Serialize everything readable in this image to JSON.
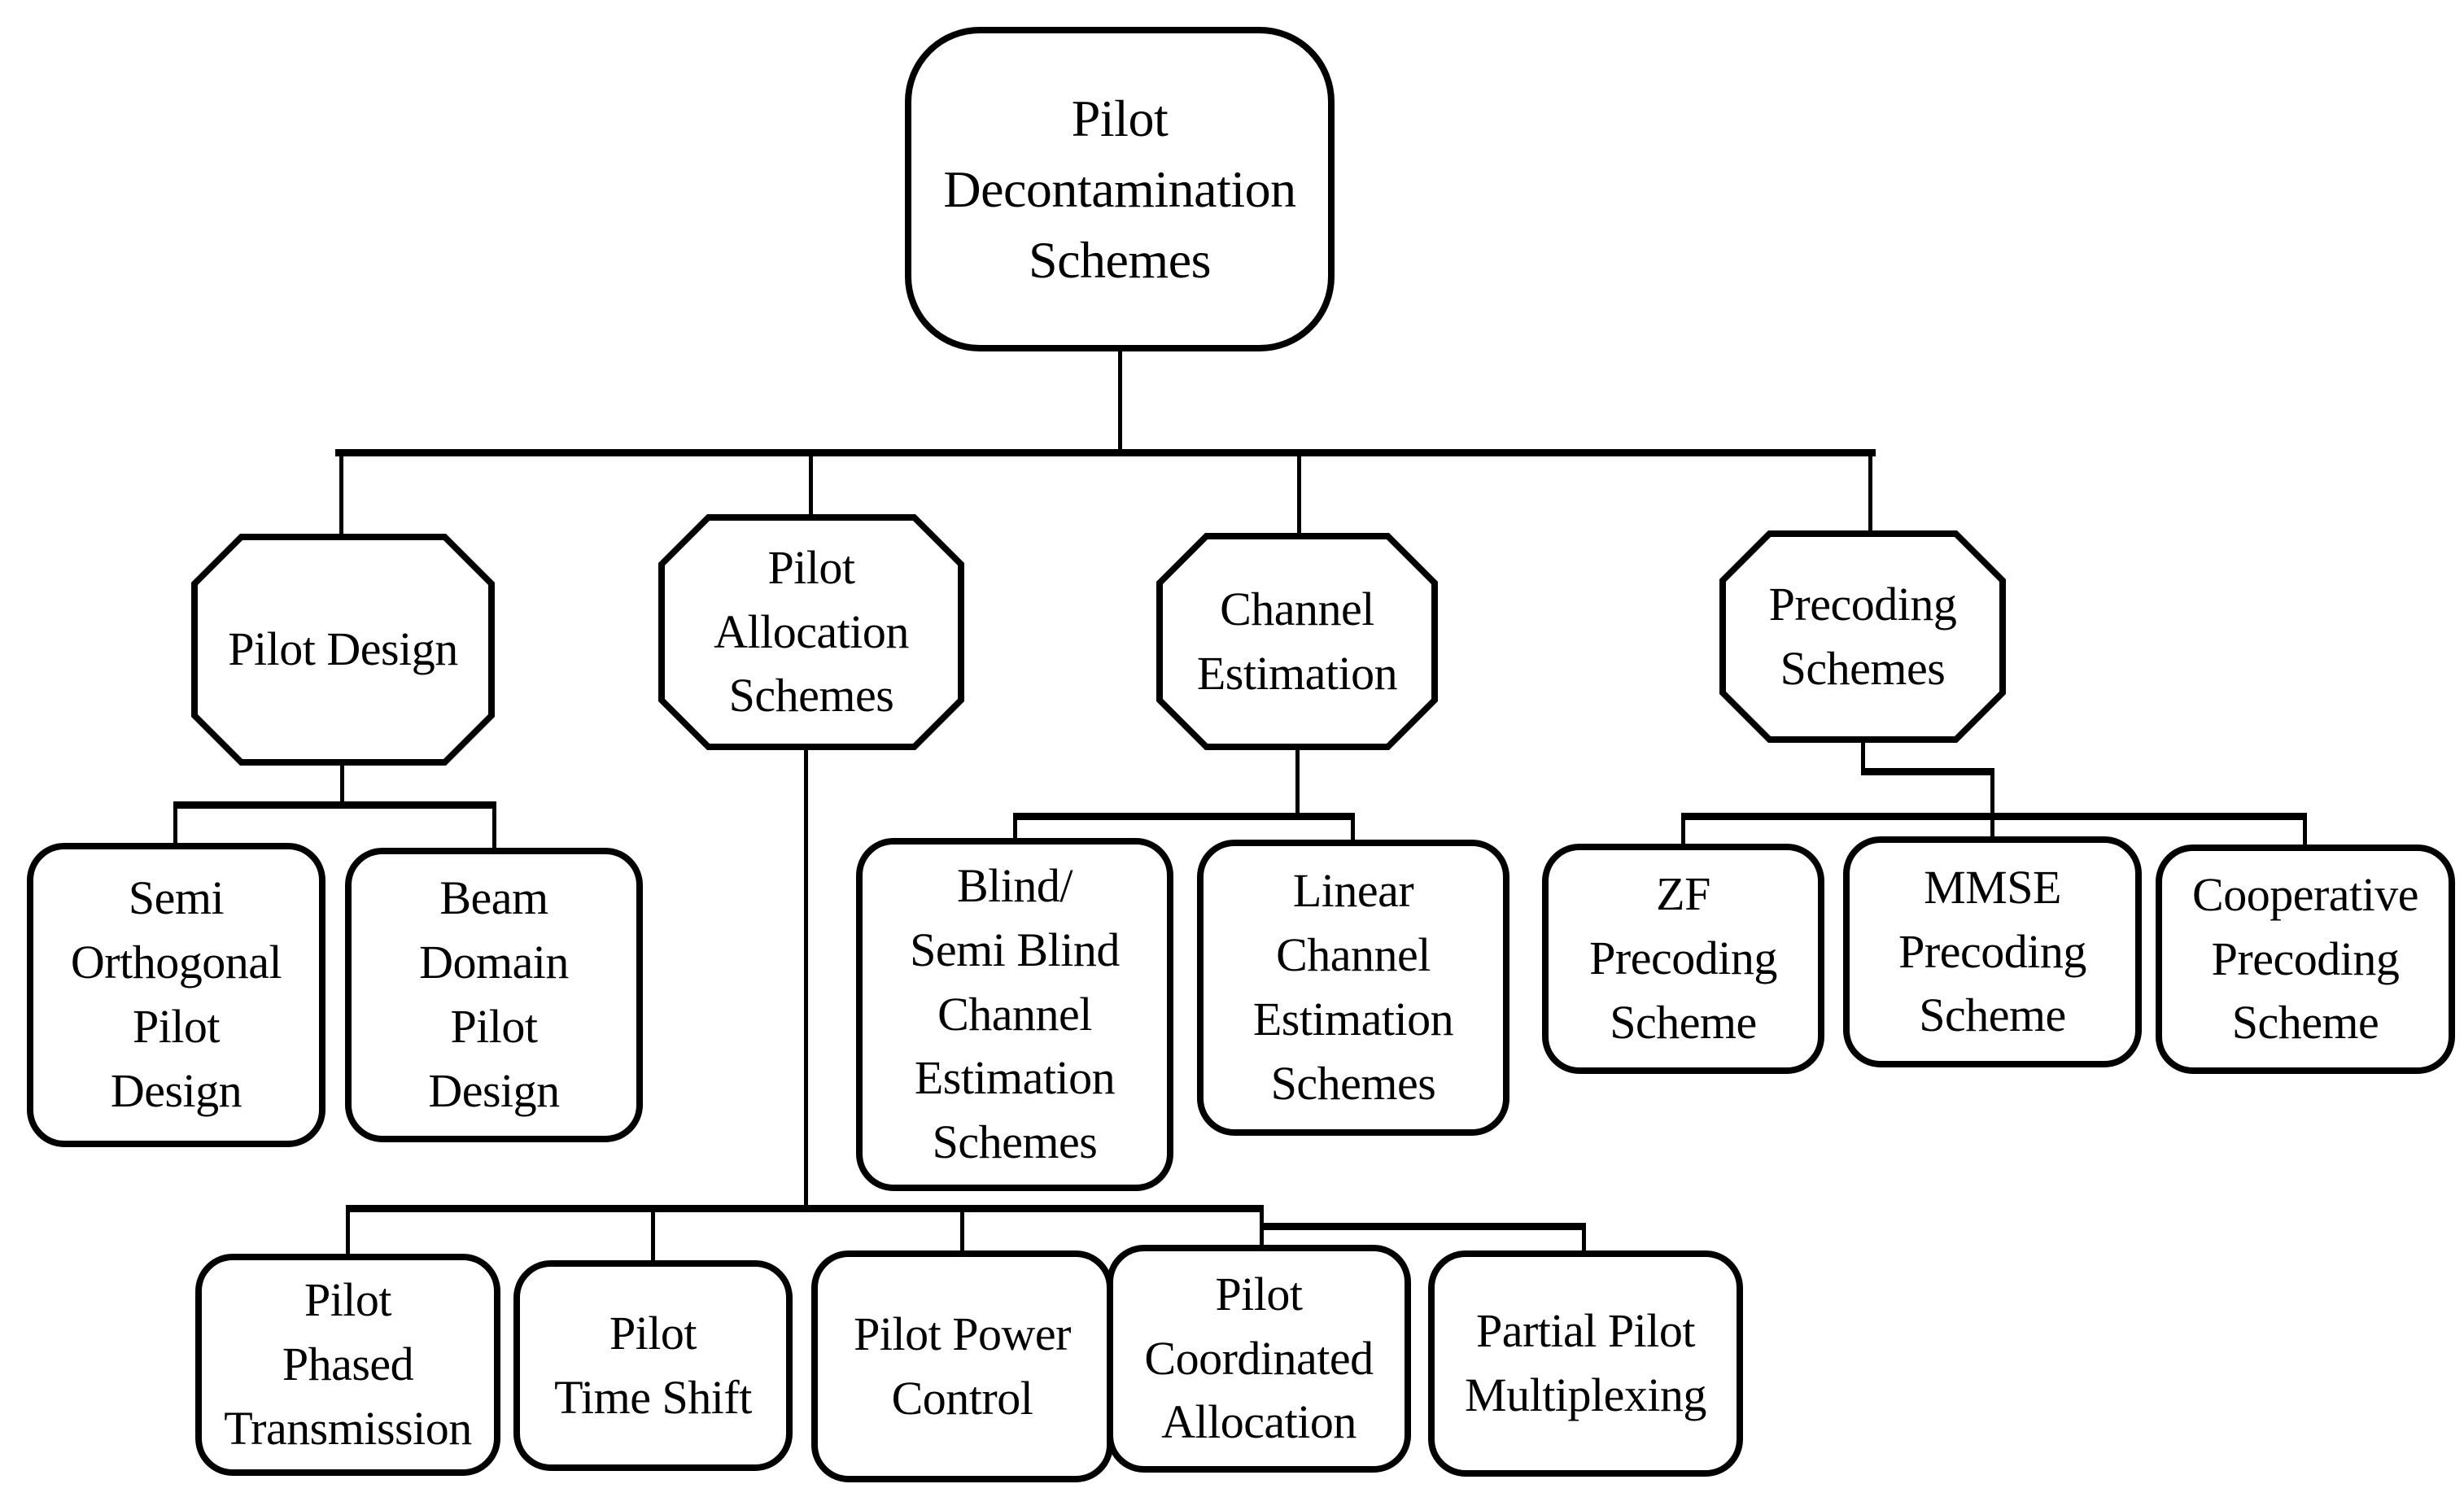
{
  "diagram": {
    "colors": {
      "line": "#000000",
      "node_fill": "#ffffff",
      "background": "#ffffff",
      "text": "#000000"
    },
    "nodes": {
      "root": {
        "label": "Pilot\nDecontamination\nSchemes",
        "shape": "rounded"
      },
      "pilot_design": {
        "label": "Pilot Design",
        "shape": "octagon"
      },
      "pilot_allocation": {
        "label": "Pilot\nAllocation\nSchemes",
        "shape": "octagon"
      },
      "channel_estimation": {
        "label": "Channel\nEstimation",
        "shape": "octagon"
      },
      "precoding": {
        "label": "Precoding\nSchemes",
        "shape": "octagon"
      },
      "semi_orthogonal": {
        "label": "Semi\nOrthogonal\nPilot\nDesign",
        "shape": "rounded"
      },
      "beam_domain": {
        "label": "Beam\nDomain\nPilot\nDesign",
        "shape": "rounded"
      },
      "blind": {
        "label": "Blind/\nSemi Blind\nChannel\nEstimation\nSchemes",
        "shape": "rounded"
      },
      "linear": {
        "label": "Linear\nChannel\nEstimation\nSchemes",
        "shape": "rounded"
      },
      "zf": {
        "label": "ZF\nPrecoding\nScheme",
        "shape": "rounded"
      },
      "mmse": {
        "label": "MMSE\nPrecoding\nScheme",
        "shape": "rounded"
      },
      "cooperative": {
        "label": "Cooperative\nPrecoding\nScheme",
        "shape": "rounded"
      },
      "phased": {
        "label": "Pilot\nPhased\nTransmission",
        "shape": "rounded"
      },
      "time_shift": {
        "label": "Pilot\nTime Shift",
        "shape": "rounded"
      },
      "power": {
        "label": "Pilot Power\nControl",
        "shape": "rounded"
      },
      "coordinated": {
        "label": "Pilot\nCoordinated\nAllocation",
        "shape": "rounded"
      },
      "partial": {
        "label": "Partial Pilot\nMultiplexing",
        "shape": "rounded"
      }
    },
    "hierarchy": [
      {
        "parent": "root",
        "children": [
          "pilot_design",
          "pilot_allocation",
          "channel_estimation",
          "precoding"
        ]
      },
      {
        "parent": "pilot_design",
        "children": [
          "semi_orthogonal",
          "beam_domain"
        ]
      },
      {
        "parent": "pilot_allocation",
        "children": [
          "phased",
          "time_shift",
          "power",
          "coordinated",
          "partial"
        ]
      },
      {
        "parent": "channel_estimation",
        "children": [
          "blind",
          "linear"
        ]
      },
      {
        "parent": "precoding",
        "children": [
          "zf",
          "mmse",
          "cooperative"
        ]
      }
    ]
  }
}
